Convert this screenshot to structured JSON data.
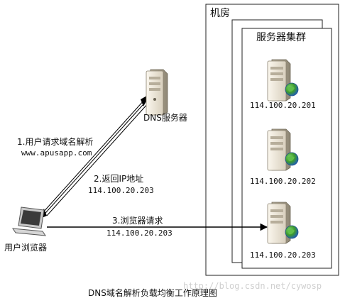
{
  "room": {
    "label": "机房"
  },
  "cluster": {
    "label": "服务器集群"
  },
  "dns_server": {
    "label": "DNS服务器",
    "icon": "server-icon"
  },
  "client": {
    "label": "用户浏览器",
    "icon": "laptop-icon"
  },
  "servers": [
    {
      "ip": "114.100.20.201",
      "icon": "web-server-icon"
    },
    {
      "ip": "114.100.20.202",
      "icon": "web-server-icon"
    },
    {
      "ip": "114.100.20.203",
      "icon": "web-server-icon"
    }
  ],
  "steps": {
    "step1": {
      "label": "1.用户请求域名解析",
      "detail": "www.apusapp.com"
    },
    "step2": {
      "label": "2.返回IP地址",
      "detail": "114.100.20.203"
    },
    "step3": {
      "label": "3.浏览器请求",
      "detail": "114.100.20.203"
    }
  },
  "caption": "DNS域名解析负载均衡工作原理图",
  "watermark": "http://blog.csdn.net/cywosp",
  "colors": {
    "globe_green": "#3c9a2e",
    "globe_blue": "#2f6bd1",
    "server_body": "#efe8d8"
  }
}
